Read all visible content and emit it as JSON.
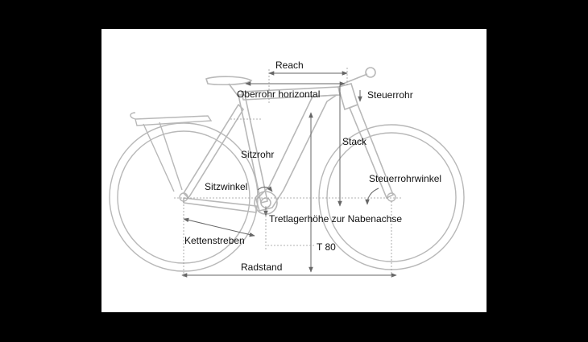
{
  "labels": {
    "reach": "Reach",
    "top_tube": "Oberrohr horizontal",
    "head_tube": "Steuerrohr",
    "stack": "Stack",
    "seat_tube": "Sitzrohr",
    "seat_angle": "Sitzwinkel",
    "head_angle": "Steuerrohrwinkel",
    "bb_height": "Tretlagerhöhe zur Nabenachse",
    "chainstays": "Kettenstreben",
    "t80": "T 80",
    "wheelbase": "Radstand"
  },
  "colors": {
    "background": "#000000",
    "panel": "#ffffff",
    "bike_line": "#b8b8b8",
    "dim_line": "#666666",
    "text": "#111111"
  }
}
